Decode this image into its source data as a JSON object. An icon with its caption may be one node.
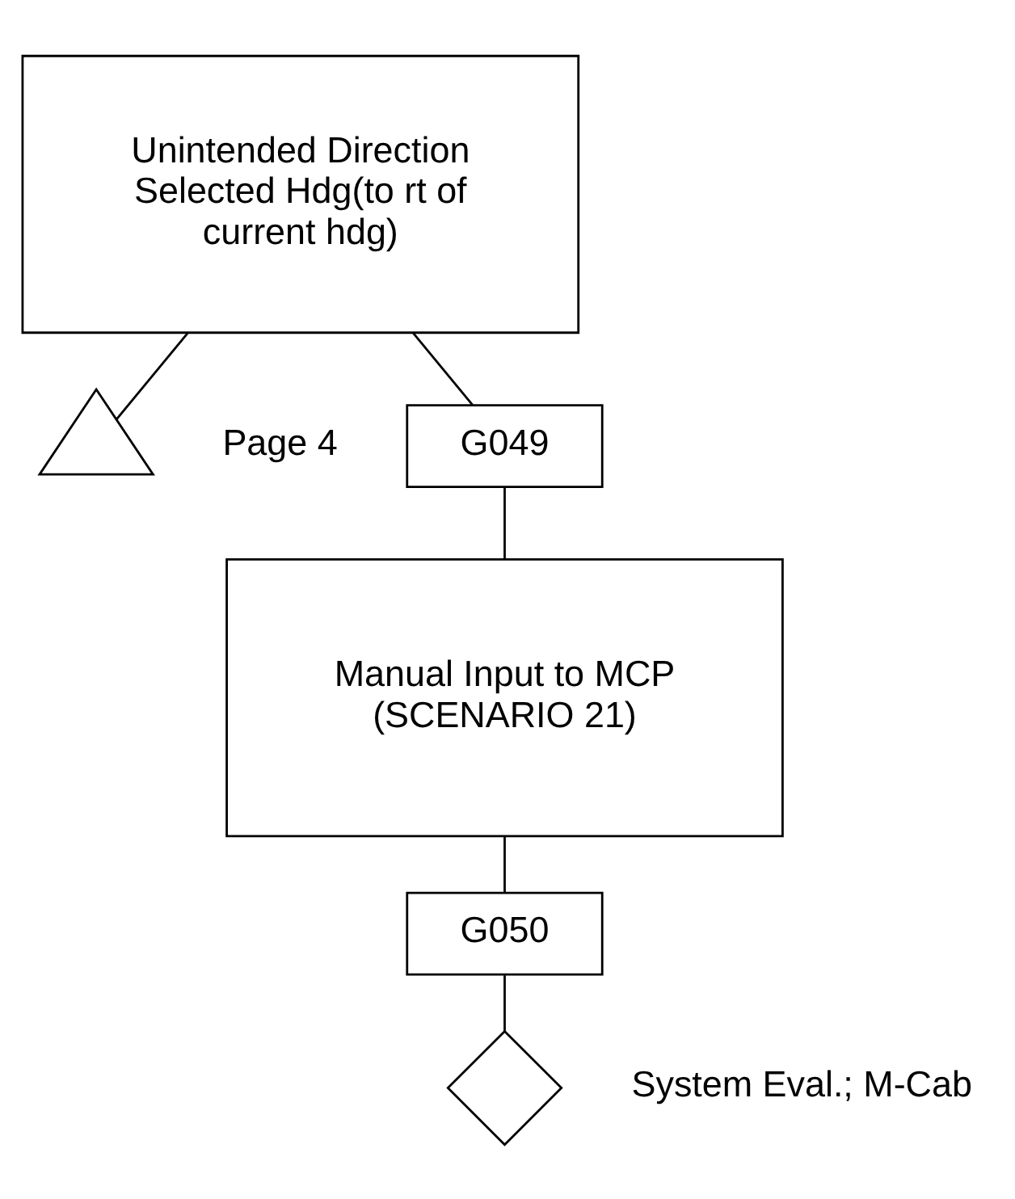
{
  "diagram": {
    "nodes": [
      {
        "text": [
          "Unintended Direction Selected Hdg(to rt of current hdg)"
        ]
      },
      {
        "text": [],
        "shape": "triangle",
        "beside": [
          "Page 4"
        ]
      },
      {
        "text": [
          "G049"
        ]
      },
      {
        "text": [
          "Manual Input to MCP (SCENARIO 21)"
        ]
      },
      {
        "text": [
          "G050"
        ]
      },
      {
        "text": [],
        "shape": "diamond",
        "beside": [
          "System Eval.; M-Cab"
        ]
      }
    ],
    "edges": [
      {
        "from": 0,
        "to": 1,
        "arrow": "none"
      },
      {
        "from": 0,
        "to": 2,
        "arrow": "none"
      },
      {
        "from": 2,
        "to": 3,
        "arrow": "none"
      },
      {
        "from": 3,
        "to": 4,
        "arrow": "none"
      },
      {
        "from": 4,
        "to": 5,
        "arrow": "none"
      }
    ]
  }
}
